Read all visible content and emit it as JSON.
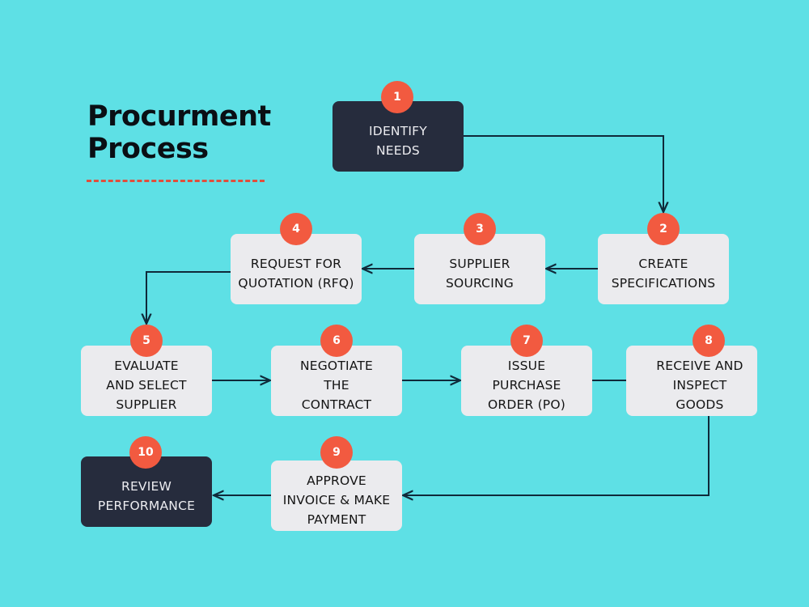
{
  "title": {
    "line1": "Procurment",
    "line2": "Process"
  },
  "colors": {
    "background": "#5ee0e5",
    "badge": "#f25a40",
    "light_box": "#ebebee",
    "dark_box": "#262c3d",
    "connector": "#0f2a3a",
    "underline": "#e04e3c"
  },
  "steps": [
    {
      "number": "1",
      "lines": [
        "IDENTIFY",
        "NEEDS"
      ],
      "style": "dark"
    },
    {
      "number": "2",
      "lines": [
        "CREATE",
        "SPECIFICATIONS"
      ],
      "style": "light"
    },
    {
      "number": "3",
      "lines": [
        "SUPPLIER",
        "SOURCING"
      ],
      "style": "light"
    },
    {
      "number": "4",
      "lines": [
        "REQUEST FOR",
        "QUOTATION (RFQ)"
      ],
      "style": "light"
    },
    {
      "number": "5",
      "lines": [
        "EVALUATE",
        "AND SELECT",
        "SUPPLIER"
      ],
      "style": "light"
    },
    {
      "number": "6",
      "lines": [
        "NEGOTIATE",
        "THE",
        "CONTRACT"
      ],
      "style": "light"
    },
    {
      "number": "7",
      "lines": [
        "ISSUE",
        "PURCHASE",
        "ORDER (PO)"
      ],
      "style": "light"
    },
    {
      "number": "8",
      "lines": [
        "RECEIVE AND",
        "INSPECT",
        "GOODS"
      ],
      "style": "light"
    },
    {
      "number": "9",
      "lines": [
        "APPROVE",
        "INVOICE & MAKE",
        "PAYMENT"
      ],
      "style": "light"
    },
    {
      "number": "10",
      "lines": [
        "REVIEW",
        "PERFORMANCE"
      ],
      "style": "dark"
    }
  ],
  "connections": [
    {
      "from": "1",
      "to": "2"
    },
    {
      "from": "2",
      "to": "3"
    },
    {
      "from": "3",
      "to": "4"
    },
    {
      "from": "4",
      "to": "5"
    },
    {
      "from": "5",
      "to": "6"
    },
    {
      "from": "6",
      "to": "7"
    },
    {
      "from": "7",
      "to": "8"
    },
    {
      "from": "8",
      "to": "9"
    },
    {
      "from": "9",
      "to": "10"
    }
  ]
}
